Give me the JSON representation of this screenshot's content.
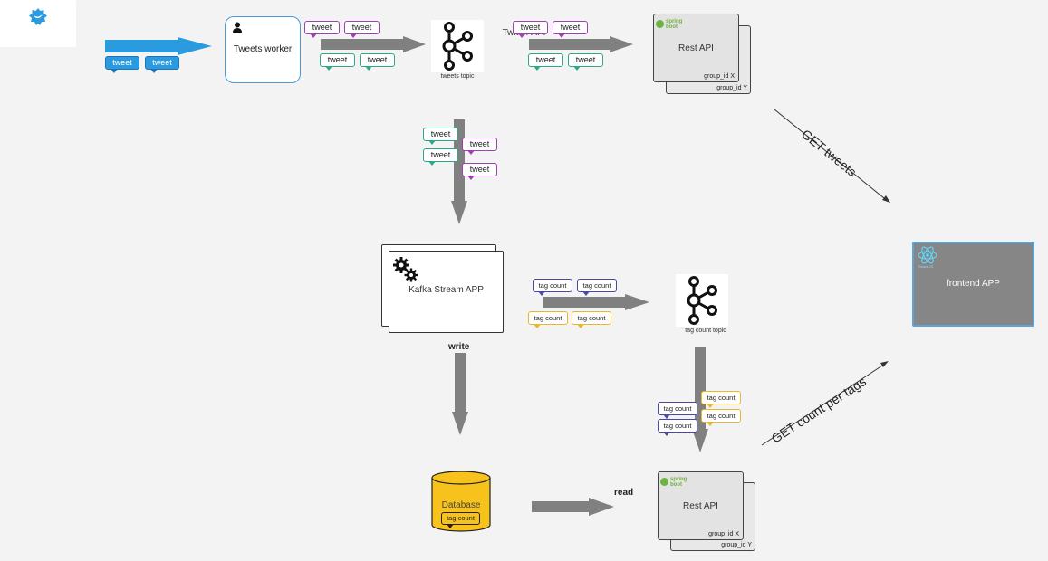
{
  "nodes": {
    "twitter_api": "Twitter API",
    "tweets_worker": "Tweets worker",
    "tweets_topic": "tweets topic",
    "rest_api_top": {
      "title": "Rest API",
      "group_front": "group_id X",
      "group_back": "group_id Y",
      "brand_line1": "spring",
      "brand_line2": "boot"
    },
    "kafka_stream_app": "Kafka Stream APP",
    "tag_count_topic": "tag count topic",
    "rest_api_bottom": {
      "title": "Rest API",
      "group_front": "group_id X",
      "group_back": "group_id Y",
      "brand_line1": "spring",
      "brand_line2": "boot"
    },
    "database": "Database",
    "frontend_app": "frontend APP",
    "react_label": "React JS"
  },
  "messages": {
    "tweet": "tweet",
    "tag_count": "tag count"
  },
  "edge_labels": {
    "write": "write",
    "read": "read",
    "get_tweets": "GET tweets",
    "get_count_per_tags": "GET count per tags"
  },
  "colors": {
    "twitter_blue": "#2b9be0",
    "arrow_gray": "#808080",
    "frontend_fill": "#868686",
    "frontend_border": "#5aa5dc",
    "database_yellow": "#f7c21b",
    "spring_green": "#6db33f",
    "tweet_purple": "#a040b0",
    "tweet_teal": "#2aa889",
    "tag_navy": "#4a4aa0",
    "tag_yellow": "#e8b82a"
  },
  "icons": [
    "twitter-bird-icon",
    "user-icon",
    "kafka-icon",
    "spring-boot-icon",
    "gears-icon",
    "react-icon",
    "database-cylinder-icon"
  ]
}
